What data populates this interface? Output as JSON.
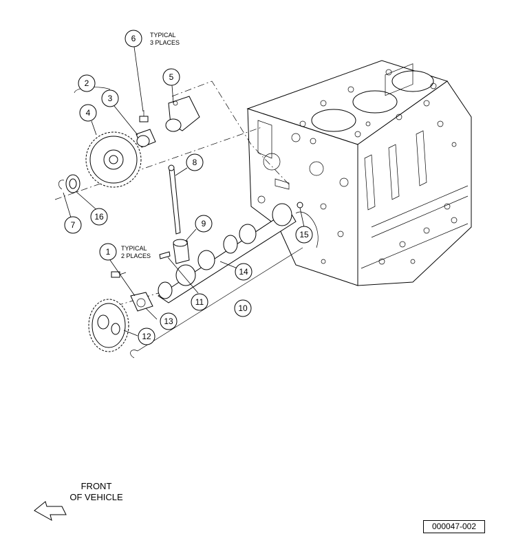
{
  "diagram": {
    "callouts": [
      "1",
      "2",
      "3",
      "4",
      "5",
      "6",
      "7",
      "8",
      "9",
      "10",
      "11",
      "12",
      "13",
      "14",
      "15",
      "16"
    ],
    "notes": {
      "typical_3": [
        "TYPICAL",
        "3 PLACES"
      ],
      "typical_2": [
        "TYPICAL",
        "2 PLACES"
      ]
    },
    "front_label": [
      "FRONT",
      "OF VEHICLE"
    ],
    "figure_id": "000047-002"
  }
}
